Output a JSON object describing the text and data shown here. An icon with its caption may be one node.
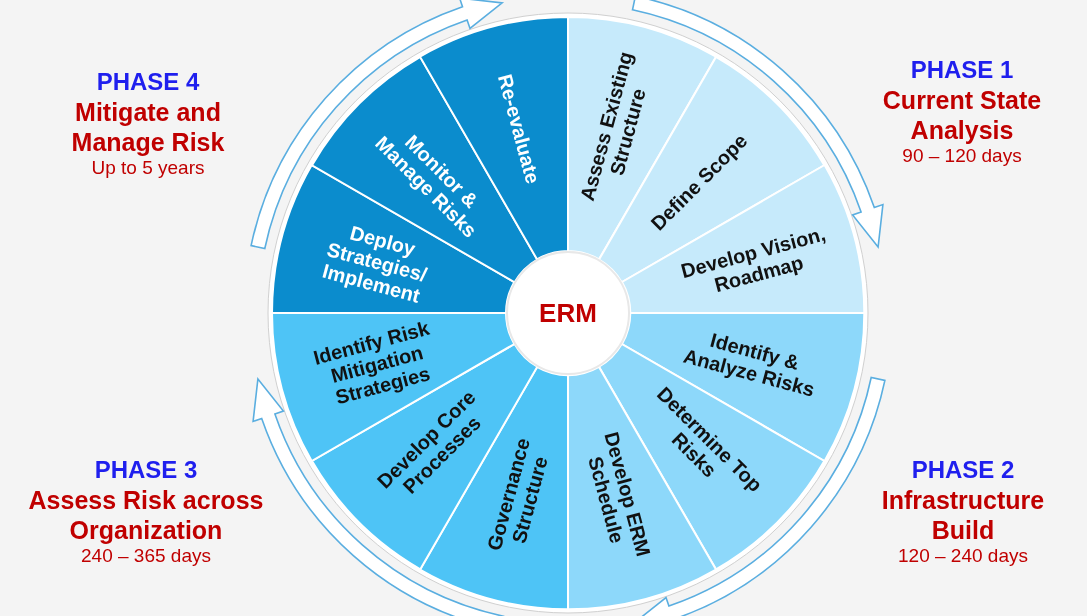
{
  "diagram": {
    "nodes": [
      {
        "text": [
          "ERM"
        ]
      },
      {
        "text": [
          "Assess Existing Structure"
        ]
      },
      {
        "text": [
          "Define Scope"
        ]
      },
      {
        "text": [
          "Develop Vision, Roadmap"
        ]
      },
      {
        "text": [
          "Identify & Analyze Risks"
        ]
      },
      {
        "text": [
          "Determine Top Risks"
        ]
      },
      {
        "text": [
          "Develop ERM Schedule"
        ]
      },
      {
        "text": [
          "Governance Structure"
        ]
      },
      {
        "text": [
          "Develop Core Processes"
        ]
      },
      {
        "text": [
          "Identify Risk Mitigation Strategies"
        ]
      },
      {
        "text": [
          "Deploy Strategies/ Implement"
        ]
      },
      {
        "text": [
          "Monitor & Manage Risks"
        ]
      },
      {
        "text": [
          "Re-evaluate"
        ]
      }
    ],
    "edges": [
      {
        "from": 1,
        "to": 3,
        "arrow": "to"
      },
      {
        "from": 4,
        "to": 6,
        "arrow": "to"
      },
      {
        "from": 7,
        "to": 9,
        "arrow": "to"
      },
      {
        "from": 10,
        "to": 12,
        "arrow": "to"
      }
    ],
    "labels": [
      "PHASE 4",
      "Mitigate and Manage Risk",
      "Up to 5 years",
      "PHASE 1",
      "Current State Analysis",
      "90 – 120 days",
      "PHASE 3",
      "Assess Risk across Organization",
      "240 – 365 days",
      "PHASE 2",
      "Infrastructure Build",
      "120 – 240 days"
    ]
  }
}
